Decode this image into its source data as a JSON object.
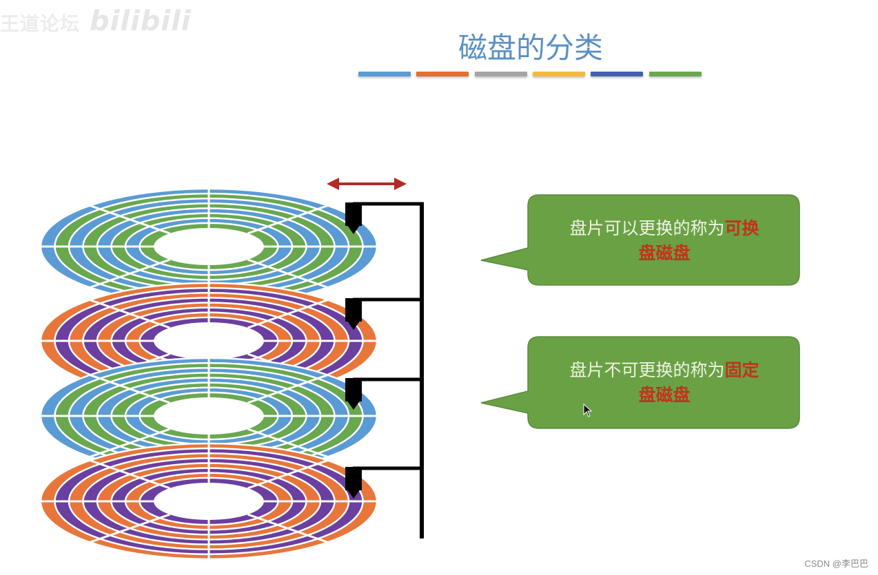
{
  "watermark": {
    "text": "王道论坛",
    "logo": "bilibili"
  },
  "slide": {
    "title": "磁盘的分类",
    "title_color": "#5b8fc4",
    "accent_bars": [
      "#5b9bd5",
      "#e07033",
      "#a5a5a5",
      "#f5b942",
      "#3f62ad",
      "#6aa84f"
    ]
  },
  "diagram": {
    "platters": [
      {
        "name": "platter-1",
        "colors": [
          "#5b9bd5",
          "#6aa84f"
        ]
      },
      {
        "name": "platter-2",
        "colors": [
          "#e8763a",
          "#6a3fa0"
        ]
      },
      {
        "name": "platter-3",
        "colors": [
          "#5b9bd5",
          "#6aa84f"
        ]
      },
      {
        "name": "platter-4",
        "colors": [
          "#e8763a",
          "#6a3fa0"
        ]
      }
    ],
    "movement_arrow_color": "#b32a25",
    "actuator_color": "#000000"
  },
  "callouts": [
    {
      "text_plain": "盘片可以更换的称为",
      "text_highlight": "可换盘磁盘",
      "line1_plain": "盘片可以更换的称为",
      "line1_hl": "可换",
      "line2_hl": "盘磁盘"
    },
    {
      "text_plain": "盘片不可更换的称为",
      "text_highlight": "固定盘磁盘",
      "line1_plain": "盘片不可更换的称为",
      "line1_hl": "固定",
      "line2_hl": "盘磁盘"
    }
  ],
  "callout_style": {
    "fill": "#6aa144",
    "border": "#5a8a3a",
    "text": "#eef3e4",
    "highlight": "#c0341d"
  },
  "footer": {
    "credit": "CSDN @李巴巴"
  }
}
